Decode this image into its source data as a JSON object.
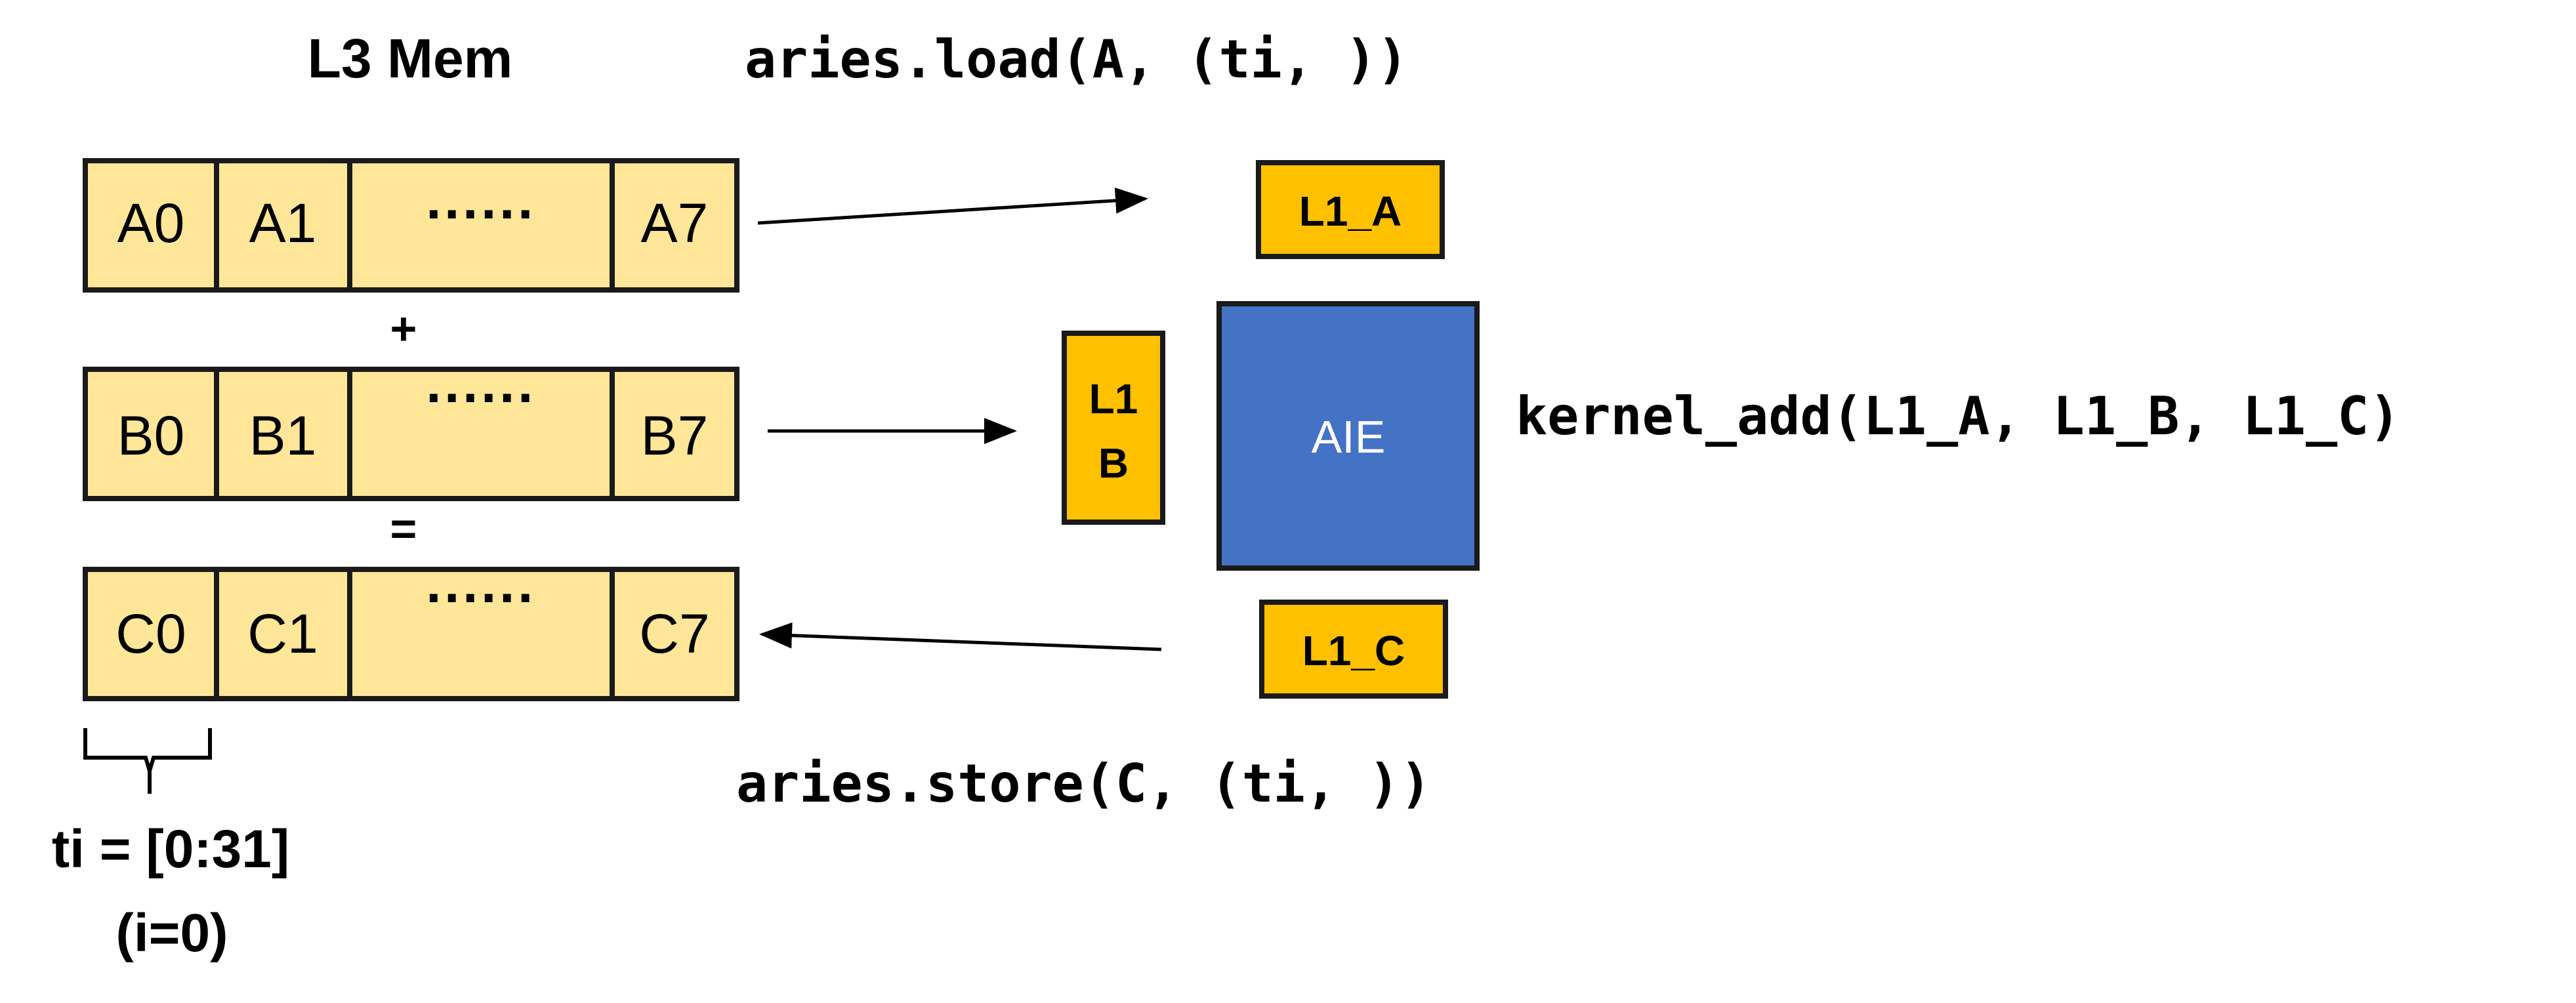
{
  "title": "L3 Mem",
  "operators": {
    "plus": "+",
    "equals": "="
  },
  "arrays": [
    {
      "name": "array-a",
      "cells": [
        "A0",
        "A1",
        "······",
        "A7"
      ]
    },
    {
      "name": "array-b",
      "cells": [
        "B0",
        "B1",
        "······",
        "B7"
      ]
    },
    {
      "name": "array-c",
      "cells": [
        "C0",
        "C1",
        "······",
        "C7"
      ]
    }
  ],
  "tile": {
    "range_label": "ti = [0:31]",
    "index_label": "(i=0)"
  },
  "code": {
    "load": "aries.load(A, (ti, ))",
    "store": "aries.store(C, (ti, ))",
    "kernel": "kernel_add(L1_A, L1_B, L1_C)"
  },
  "buffers": {
    "l1_a": "L1_A",
    "l1_b_line1": "L1",
    "l1_b_line2": "B",
    "l1_c": "L1_C"
  },
  "engine": {
    "label": "AIE"
  },
  "colors": {
    "cell_fill": "#FFE699",
    "buffer_fill": "#FFC000",
    "engine_fill": "#4472C4",
    "stroke": "#1a1a1a",
    "engine_text": "#ffffff",
    "text": "#000000"
  }
}
